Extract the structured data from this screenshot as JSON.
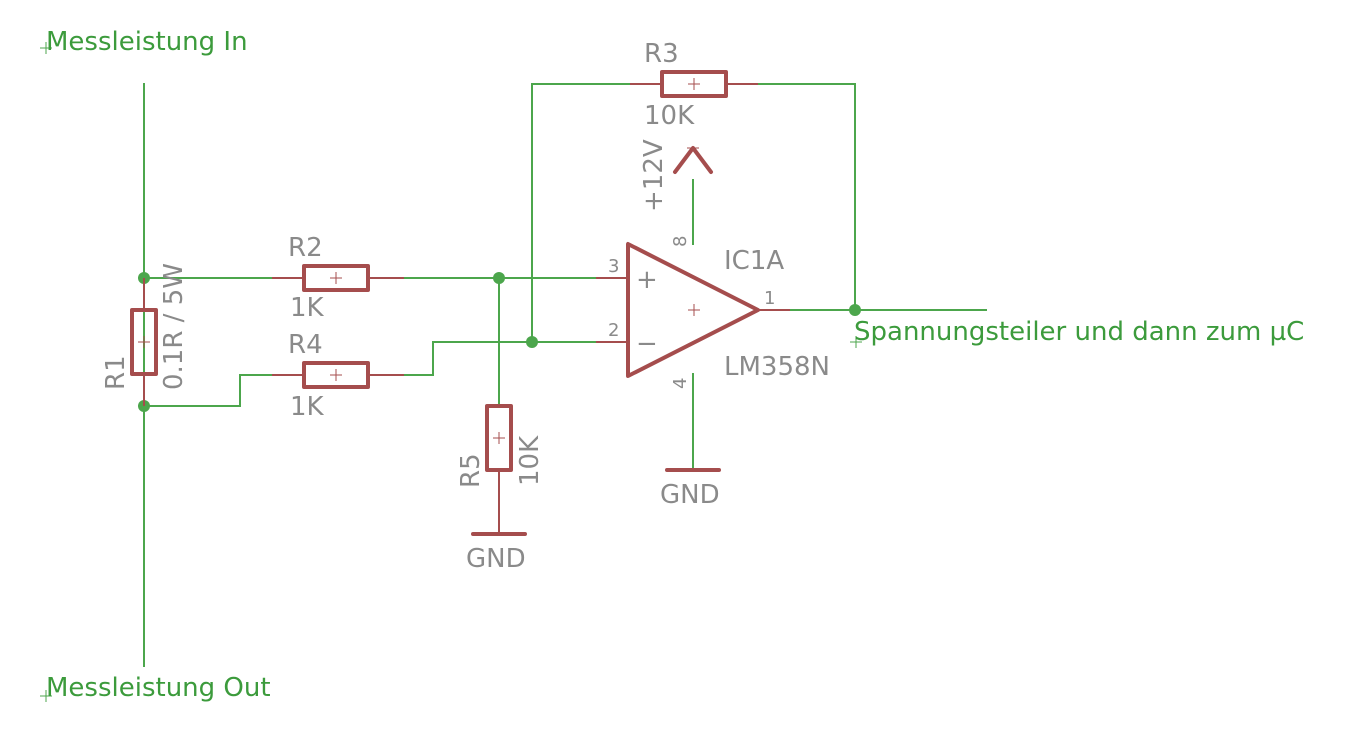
{
  "colors": {
    "wire": "#4ca64c",
    "part": "#a54d4d",
    "label": "#8a8a8a",
    "net": "#3c9b3c",
    "background": "#ffffff"
  },
  "nets": {
    "input": "Messleistung In",
    "output": "Messleistung Out",
    "to_uc": "Spannungsteiler und dann zum µC"
  },
  "components": {
    "R1": {
      "name": "R1",
      "value": "0.1R / 5W"
    },
    "R2": {
      "name": "R2",
      "value": "1K"
    },
    "R3": {
      "name": "R3",
      "value": "10K"
    },
    "R4": {
      "name": "R4",
      "value": "1K"
    },
    "R5": {
      "name": "R5",
      "value": "10K"
    },
    "IC1A": {
      "name": "IC1A",
      "value": "LM358N",
      "pins": {
        "noninv": "3",
        "inv": "2",
        "out": "1",
        "vcc": "8",
        "gnd": "4"
      },
      "plus_symbol": "+",
      "minus_symbol": "−"
    }
  },
  "supply": {
    "label": "+12V"
  },
  "ground": {
    "label": "GND"
  }
}
